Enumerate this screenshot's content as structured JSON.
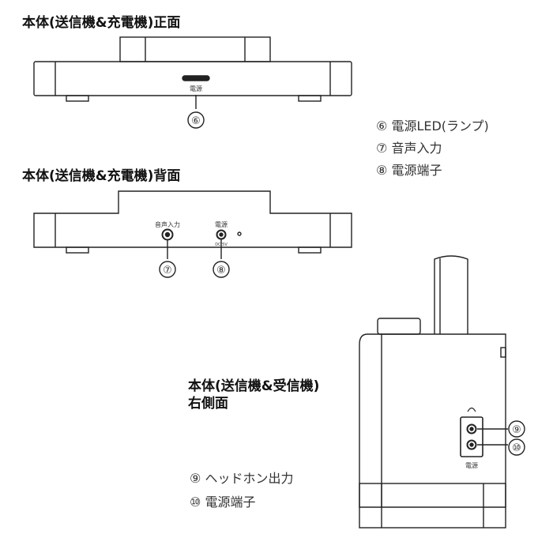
{
  "headings": {
    "front": "本体(送信機&充電機)正面",
    "back": "本体(送信機&充電機)背面",
    "side_line1": "本体(送信機&受信機)",
    "side_line2": "右側面"
  },
  "legend_top": [
    {
      "num": "⑥",
      "text": "電源LED(ランプ)"
    },
    {
      "num": "⑦",
      "text": "音声入力"
    },
    {
      "num": "⑧",
      "text": "電源端子"
    }
  ],
  "legend_bottom": [
    {
      "num": "⑨",
      "text": "ヘッドホン出力"
    },
    {
      "num": "⑩",
      "text": "電源端子"
    }
  ],
  "callouts": {
    "front_led": {
      "num": "⑥",
      "label": "電源"
    },
    "back_audio": {
      "num": "⑦",
      "label": "音声入力"
    },
    "back_power": {
      "num": "⑧",
      "label": "電源",
      "sublabel": "DC 5V"
    },
    "side_headphone": {
      "num": "⑨",
      "label": "headphone-icon"
    },
    "side_power": {
      "num": "⑩",
      "label": "電源"
    }
  }
}
